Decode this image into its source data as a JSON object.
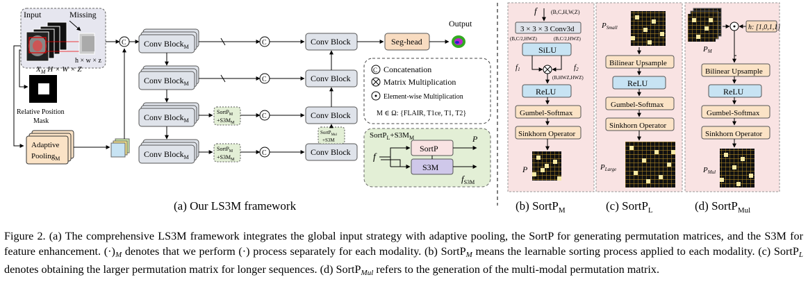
{
  "panel_a": {
    "input_label": "Input",
    "missing_label": "Missing",
    "xm_label": "X",
    "xm_sub": "M",
    "xm_dims": "H × W × Z",
    "hwz_label": "h × w × z",
    "rel_pos_label": "Relative Position",
    "mask_label": "Mask",
    "adaptive_pooling": "Adaptive",
    "pooling_m": "Pooling",
    "sub_m": "M",
    "conv_block_m": "Conv Block",
    "conv_block": "Conv Block",
    "seg_head": "Seg-head",
    "output_label": "Output",
    "concat_symbol": "C",
    "sortp_s3m_top": "SortP",
    "sortp_s3m_bot": "+S3M",
    "sortp_mul_top": "SortP",
    "sortp_mul_sub": "Mul",
    "sortp_mul_bot": "+S3M",
    "legend_concat": "Concatenation",
    "legend_matmul": "Matrix Multiplication",
    "legend_elem": "Element-wise Multiplication",
    "legend_m_def": "M ∈ Ω: {FLAIR, T1ce, T1, T2}",
    "green_title": "SortP",
    "green_title_sub": "L",
    "green_title_rest": "+S3M",
    "green_title_sub2": "M",
    "green_sortp": "SortP",
    "green_s3m": "S3M",
    "green_f": "f",
    "green_p": "P",
    "green_fs3m": "f",
    "green_fs3m_sub": "S3M",
    "label": "(a) Our LS3M framework"
  },
  "panel_b": {
    "f_label": "f",
    "shape_in": "(B,C,H,W,Z)",
    "conv": "3 × 3 × 3  Conv3d",
    "shape_l": "(B,C/2,HWZ)",
    "shape_r": "(B,C/2,HWZ)",
    "silu": "SiLU",
    "f1": "f",
    "f2": "f",
    "shape_mid": "(B,HWZ,HWZ)",
    "relu": "ReLU",
    "gumbel": "Gumbel-Softmax",
    "sinkhorn": "Sinkhorn Operator",
    "p_label": "P",
    "label_main": "(b) SortP",
    "label_sub": "M"
  },
  "panel_c": {
    "p_small": "P",
    "p_small_sub": "Small",
    "bilinear": "Bilinear Upsample",
    "relu": "ReLU",
    "gumbel": "Gumbel-Softmax",
    "sinkhorn": "Sinkhorn Operator",
    "p_large": "P",
    "p_large_sub": "Large",
    "label_main": "(c) SortP",
    "label_sub": "L"
  },
  "panel_d": {
    "pm": "P",
    "pm_sub": "M",
    "h_vec": "h: [1,0,1,1]",
    "bilinear": "Bilinear Upsample",
    "relu": "ReLU",
    "gumbel": "Gumbel-Softmax",
    "sinkhorn": "Sinkhorn Operator",
    "p_mul": "P",
    "p_mul_sub": "Mul",
    "label_main": "(d) SortP",
    "label_sub": "Mul"
  },
  "caption": {
    "p1": "Figure 2.  (a) The comprehensive LS3M framework integrates the global input strategy with adaptive pooling, the SortP for generating permutation matrices, and the S3M for feature enhancement. (·)",
    "p1_sub": "M",
    "p1_rest": " denotes that we perform (·) process separately for each modality.  (b) SortP",
    "p1_sub2": "M",
    "p1_rest2": " means the learnable sorting process applied to each modality. (c) SortP",
    "p1_sub3": "L",
    "p1_rest3": " denotes obtaining the larger permutation matrix for longer sequences. (d) SortP",
    "p1_sub4": "Mul",
    "p1_rest4": " refers to the generation of the multi-modal permutation matrix."
  },
  "colors": {
    "conv_fill": "#dfe3ea",
    "seg_fill": "#f8dcc1",
    "blue_fill": "#c7e3f3",
    "tan_fill": "#fbe3c6",
    "pink_bg": "#f9e3e3",
    "green_bg": "#e3efd6",
    "lavender": "#cfc8ea"
  }
}
